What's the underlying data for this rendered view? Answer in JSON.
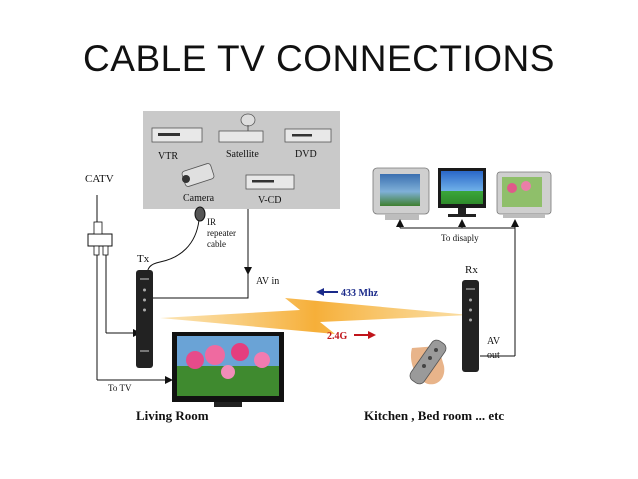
{
  "title": "CABLE TV CONNECTIONS",
  "sources": {
    "vtr": "VTR",
    "satellite": "Satellite",
    "dvd": "DVD",
    "camera": "Camera",
    "vcd": "V-CD"
  },
  "left": {
    "catv": "CATV",
    "ir_line1": "IR",
    "ir_line2": "repeater",
    "ir_line3": "cable",
    "tx": "Tx",
    "av_in": "AV in",
    "to_tv": "To TV",
    "room": "Living Room"
  },
  "right": {
    "to_display": "To disaply",
    "rx": "Rx",
    "av_out_1": "AV",
    "av_out_2": "out",
    "room": "Kitchen , Bed room ... etc"
  },
  "signals": {
    "mhz": "433 Mhz",
    "ghz": "2.4G"
  },
  "colors": {
    "arrow_blue": "#1a2a8a",
    "arrow_red": "#c0141a",
    "wave_orange": "#f5a623",
    "panel_gray": "#c9c9c9"
  }
}
